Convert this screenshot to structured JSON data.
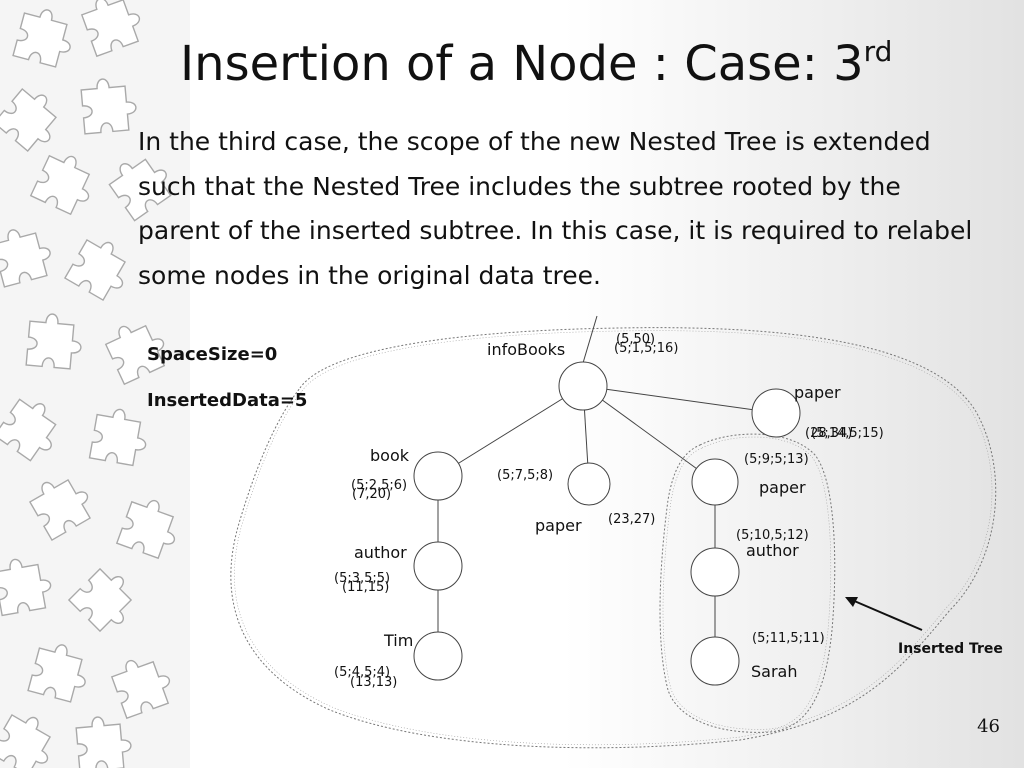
{
  "slide": {
    "title": "Insertion of a Node : Case: 3",
    "title_sup": "rd",
    "body": "In the third case, the scope of the new Nested Tree is extended  such that the Nested Tree includes the subtree rooted by the parent of the inserted subtree. In this case, it is required to relabel some nodes in the original data tree.",
    "page_number": "46"
  },
  "info": {
    "space_size": "SpaceSize=0",
    "inserted_data": "InsertedData=5"
  },
  "nodes": {
    "infobooks": {
      "label": "infoBooks",
      "new": "(5;1,5;16)",
      "old": "(5,50)"
    },
    "paper_right": {
      "label": "paper",
      "new": "(5;14,5;15)",
      "old": "(28,34)"
    },
    "book": {
      "label": "book",
      "new": "(5;2,5;6)",
      "old": "(7,20)"
    },
    "paper_mid": {
      "label": "paper",
      "new": "(5;7,5;8)",
      "old": "(23,27)"
    },
    "paper_inserted": {
      "label": "paper",
      "new": "(5;9;5;13)"
    },
    "author_left": {
      "label": "author",
      "new": "(5;3,5;5)",
      "old": "(11,15)"
    },
    "author_inserted": {
      "label": "author",
      "new": "(5;10,5;12)"
    },
    "tim": {
      "label": "Tim",
      "new": "(5;4,5;4)",
      "old": "(13,13)"
    },
    "sarah": {
      "label": "Sarah",
      "new": "(5;11,5;11)"
    }
  },
  "inserted_tree_label": "Inserted Tree"
}
